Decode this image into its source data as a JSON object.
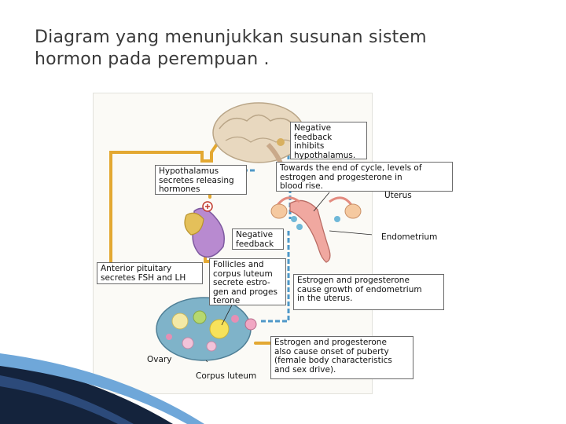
{
  "title": {
    "line1": "Diagram yang menunjukkan susunan sistem",
    "line2": "hormon pada perempuan ."
  },
  "labels": {
    "negative_feedback_top": "Negative\nfeedback\ninhibits\nhypothalamus.",
    "hypothalamus": "Hypothalamus\nsecretes releasing\nhormones",
    "end_of_cycle": "Towards the end of cycle, levels of\nestrogen and progesterone in\nblood rise.",
    "uterus": "Uterus",
    "negative_feedback_mid": "Negative\nfeedback",
    "endometrium": "Endometrium",
    "anterior_pituitary": "Anterior pituitary\nsecretes FSH and LH",
    "follicles": "Follicles and\ncorpus luteum\nsecrete estro-\ngen and proges\nterone",
    "growth_endometrium": "Estrogen and progesterone\ncause growth of endometrium\nin the uterus.",
    "ovary": "Ovary",
    "corpus_luteum": "Corpus luteum",
    "puberty": "Estrogen and progesterone\nalso cause onset of puberty\n(female body characteristics\nand sex drive)."
  },
  "colors": {
    "pathway": "#e3a832",
    "feedback": "#4f98c8",
    "brain": "#e8d8bf",
    "pituitary": "#b88ad0",
    "uterus": "#f0a8a0",
    "ovary": "#7fb3c9",
    "deco_dark": "#14233c",
    "deco_blue": "#6fa7d9"
  }
}
